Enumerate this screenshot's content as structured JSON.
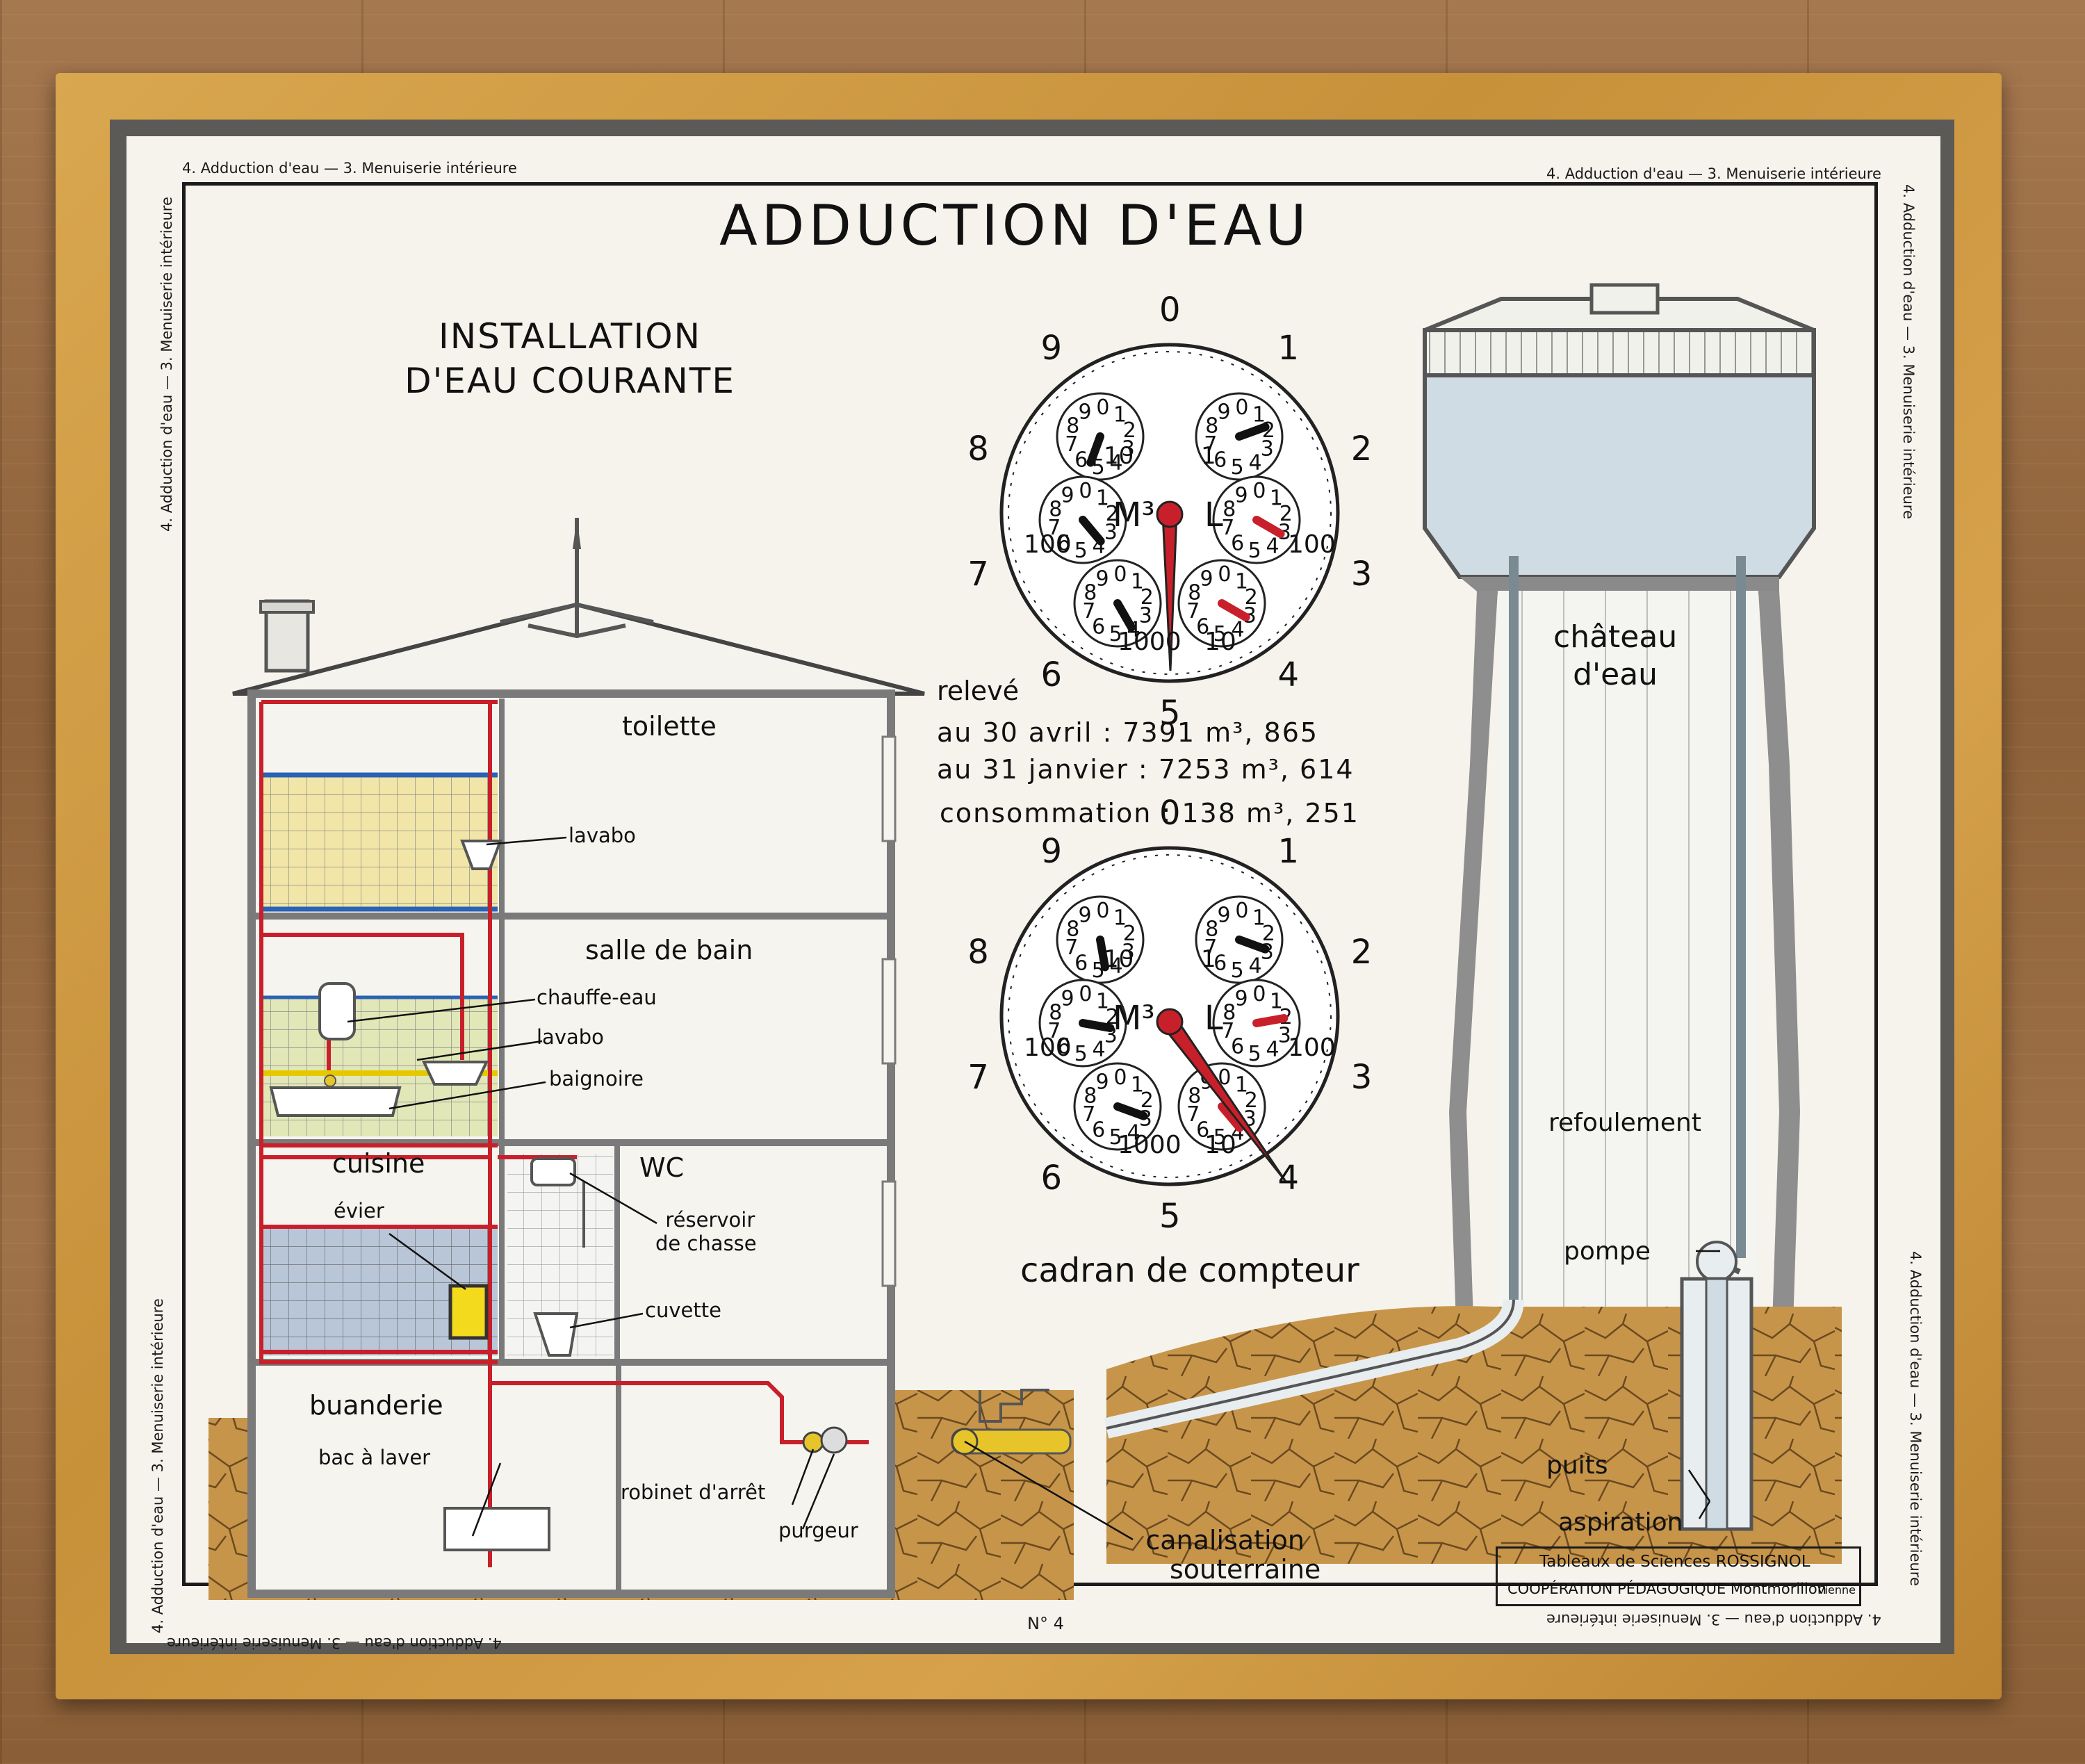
{
  "poster": {
    "title": "ADDUCTION D'EAU",
    "section_title_line1": "INSTALLATION",
    "section_title_line2": "D'EAU COURANTE",
    "series_label": "4. Adduction d'eau — 3. Menuiserie intérieure",
    "plate_number": "N° 4",
    "publisher_line1": "Tableaux de Sciences ROSSIGNOL",
    "publisher_line2_left": "COOPÉRATION PÉDAGOGIQUE  Montmorillon",
    "publisher_line2_right": "Vienne"
  },
  "house": {
    "rooms": {
      "toilette": "toilette",
      "salle_de_bain": "salle de bain",
      "cuisine": "cuisine",
      "wc": "WC",
      "buanderie": "buanderie"
    },
    "labels": {
      "lavabo_top": "lavabo",
      "chauffe_eau": "chauffe-eau",
      "lavabo_bath": "lavabo",
      "baignoire": "baignoire",
      "evier": "évier",
      "reservoir_1": "réservoir",
      "reservoir_2": "de chasse",
      "cuvette": "cuvette",
      "bac_a_laver": "bac à laver",
      "robinet_darret": "robinet d'arrêt",
      "purgeur": "purgeur",
      "canalisation_1": "canalisation",
      "canalisation_2": "souterraine"
    }
  },
  "meter": {
    "reading_title": "relevé",
    "reading_line1": "au 30 avril : 7391 m³, 865",
    "reading_line2": "au 31 janvier : 7253 m³, 614",
    "reading_line3": "consommation : 138 m³, 251",
    "caption": "cadran de compteur",
    "outer_digits": [
      "0",
      "1",
      "2",
      "3",
      "4",
      "5",
      "6",
      "7",
      "8",
      "9"
    ],
    "sub_labels": {
      "m3": "M³",
      "l": "L",
      "ten": "10",
      "one": "1",
      "hundred_left": "100",
      "hundred_right": "100",
      "thousand": "1000",
      "ten_bottom": "10"
    },
    "small_dial_digits": [
      "9",
      "0",
      "1",
      "2",
      "3",
      "4",
      "5",
      "6",
      "7",
      "8"
    ]
  },
  "tower": {
    "label_1": "château",
    "label_2": "d'eau",
    "refoulement": "refoulement",
    "pompe": "pompe",
    "puits": "puits",
    "aspiration": "aspiration"
  },
  "colors": {
    "pipe_red": "#c8202a",
    "tile_yellow": "#f1e6a8",
    "tile_blue": "#b9c6d8",
    "tile_green": "#dfe6b3",
    "soil": "#c7954a",
    "tower_water": "#cfdce4",
    "frame_wood": "#d3a04a"
  }
}
